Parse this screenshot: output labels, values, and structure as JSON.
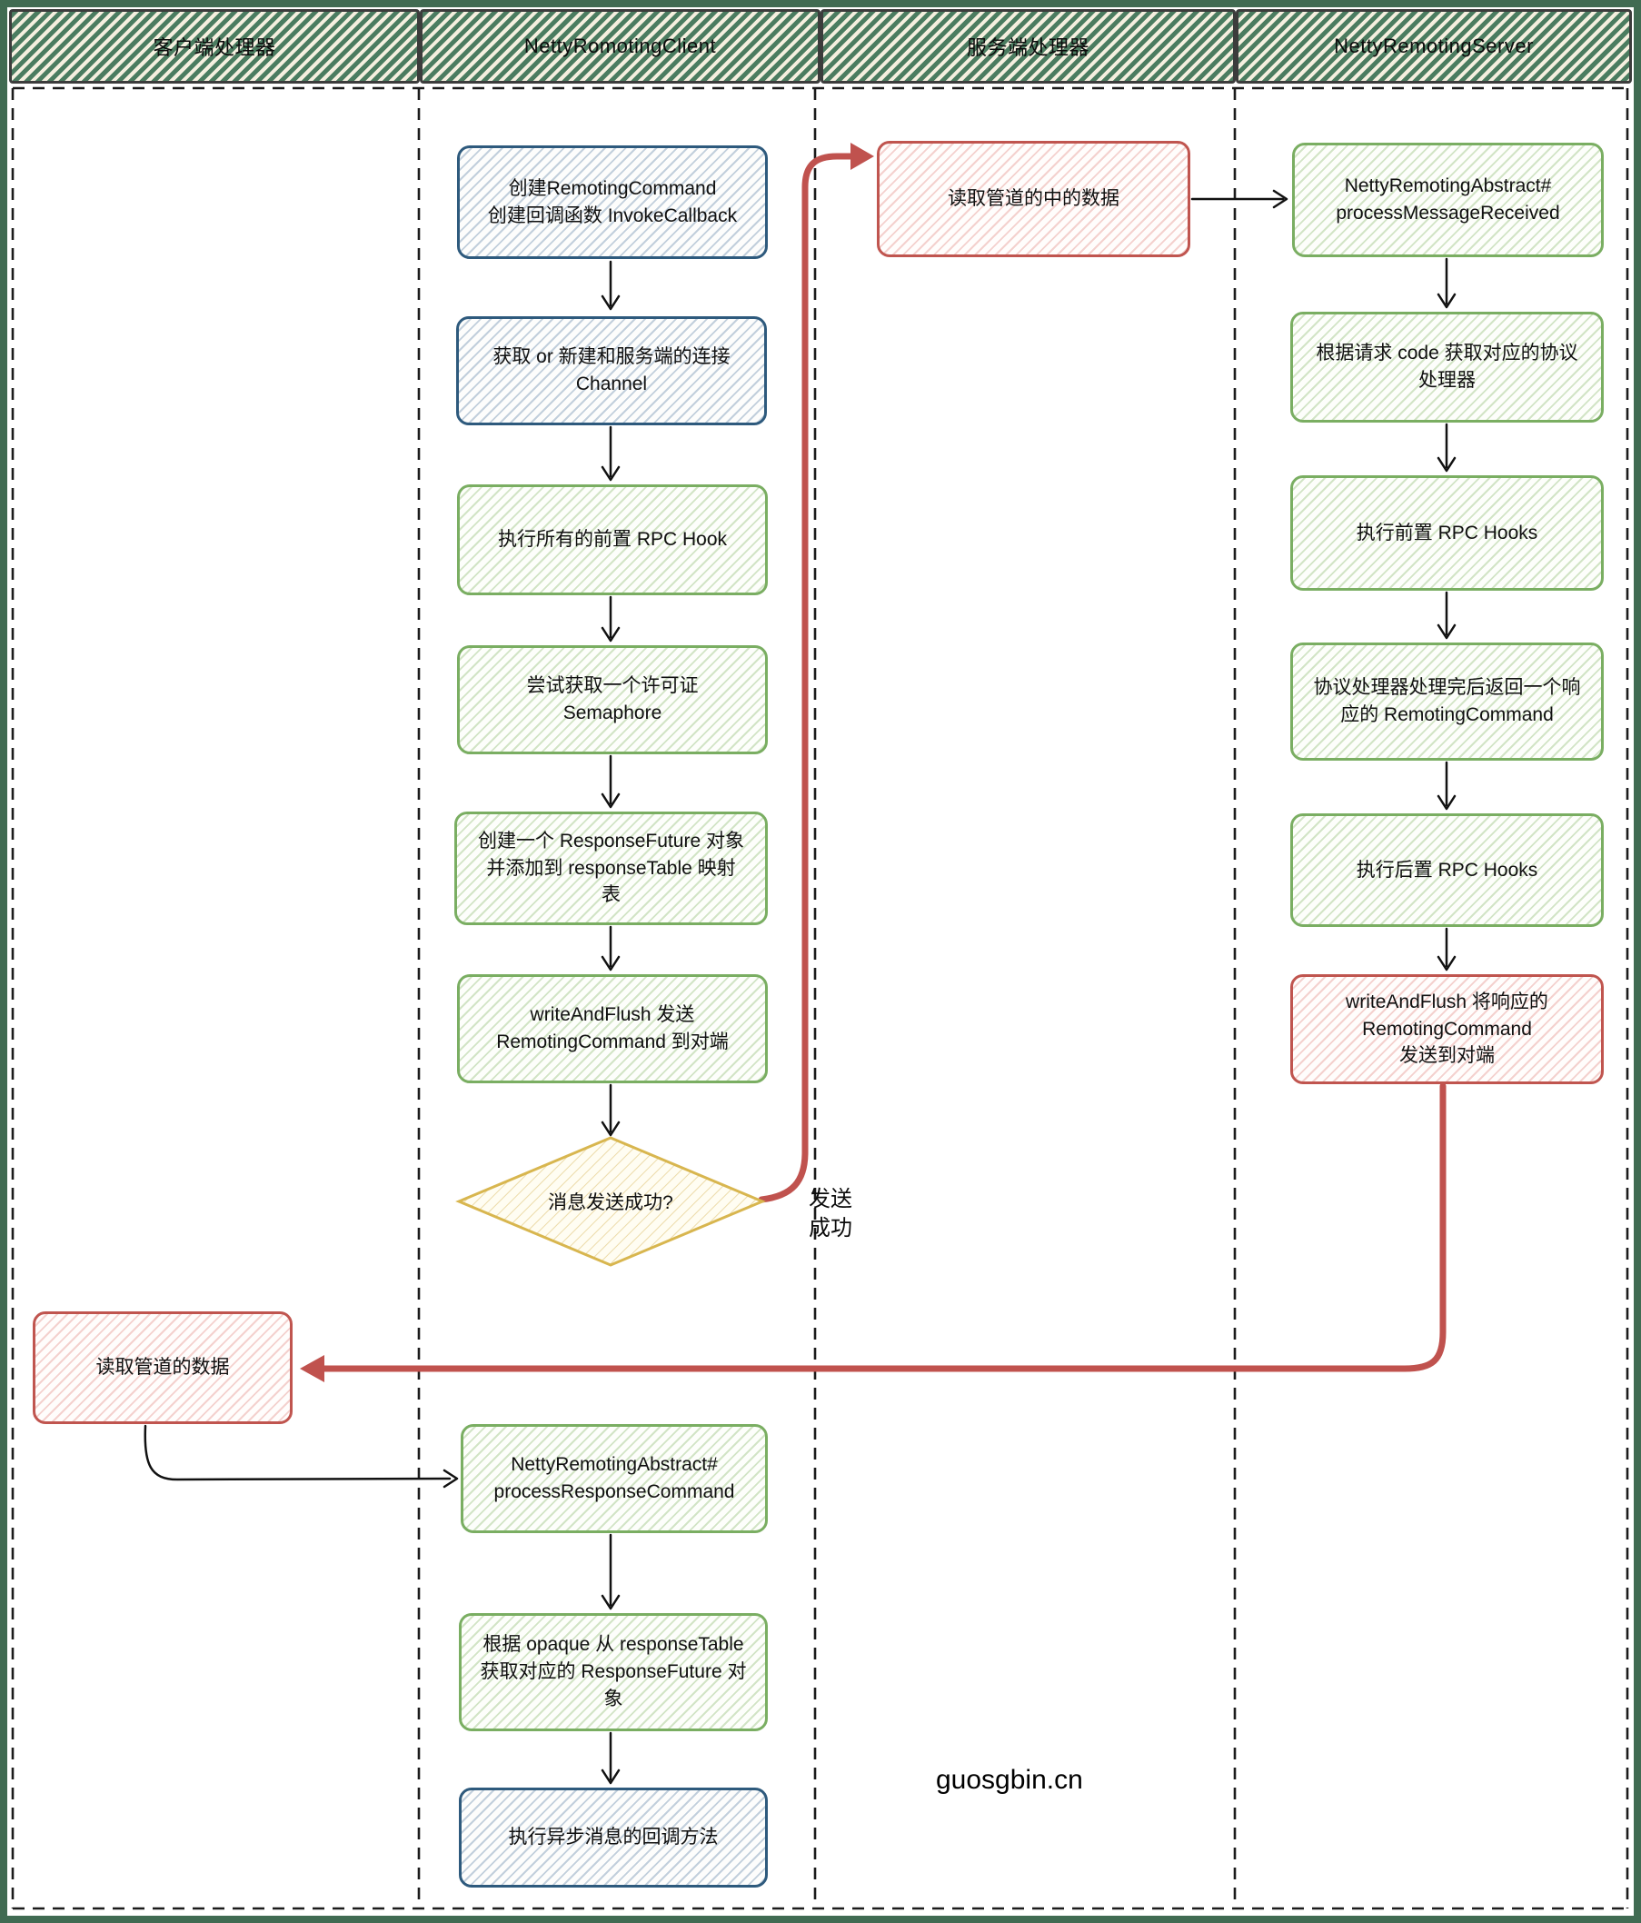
{
  "lanes": [
    {
      "title": "客户端处理器"
    },
    {
      "title": "NettyRomotingClient"
    },
    {
      "title": "服务端处理器"
    },
    {
      "title": "NettyRemotingServer"
    }
  ],
  "nodes": {
    "create_command": {
      "text": "创建RemotingCommand\n创建回调函数 InvokeCallback"
    },
    "get_channel": {
      "text": "获取 or 新建和服务端的连接\nChannel"
    },
    "pre_hooks": {
      "text": "执行所有的前置 RPC Hook"
    },
    "semaphore": {
      "text": "尝试获取一个许可证\nSemaphore"
    },
    "response_future": {
      "text": "创建一个 ResponseFuture 对象\n并添加到 responseTable 映射\n表"
    },
    "write_flush": {
      "text": "writeAndFlush 发送\nRemotingCommand 到对端"
    },
    "send_ok_decision": {
      "text": "消息发送成功?"
    },
    "server_read": {
      "text": "读取管道的中的数据"
    },
    "process_message": {
      "text": "NettyRemotingAbstract#\nprocessMessageReceived"
    },
    "get_processor": {
      "text": "根据请求 code 获取对应的协议\n处理器"
    },
    "server_pre_hooks": {
      "text": "执行前置 RPC Hooks"
    },
    "processor_response": {
      "text": "协议处理器处理完后返回一个响\n应的 RemotingCommand"
    },
    "server_post_hooks": {
      "text": "执行后置 RPC Hooks"
    },
    "server_write_flush": {
      "text": "writeAndFlush 将响应的\nRemotingCommand\n发送到对端"
    },
    "client_read": {
      "text": "读取管道的数据"
    },
    "process_response": {
      "text": "NettyRemotingAbstract#\nprocessResponseCommand"
    },
    "opaque_lookup": {
      "text": "根据 opaque 从 responseTable\n获取对应的 ResponseFuture 对\n象"
    },
    "async_callback": {
      "text": "执行异步消息的回调方法"
    }
  },
  "labels": {
    "send_success": "发送\n成功",
    "watermark": "guosgbin.cn"
  },
  "colors": {
    "frame_green": "#406b52",
    "header_stripe_green": "#4b7c60",
    "box_blue_border": "#2e5a7d",
    "box_green_border": "#7aae62",
    "box_red_border": "#c0554f",
    "diamond_yellow_border": "#d8b64f",
    "thick_arrow_red": "#c0524e"
  }
}
